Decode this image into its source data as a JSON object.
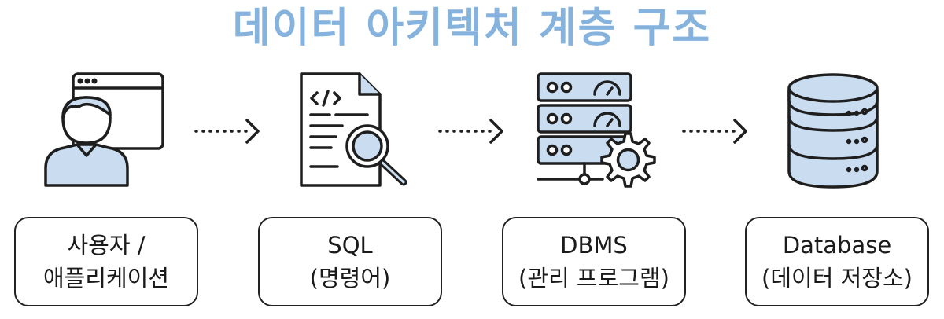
{
  "title": "데이터 아키텍처 계층 구조",
  "colors": {
    "title": "#86b3de",
    "icon_fill": "#c9dcf0",
    "stroke": "#1e1e1e"
  },
  "steps": [
    {
      "icon": "user-browser-window-icon",
      "line1": "사용자 /",
      "line2": "애플리케이션"
    },
    {
      "icon": "sql-document-magnifier-icon",
      "line1": "SQL",
      "line2": "(명령어)"
    },
    {
      "icon": "dbms-server-gear-icon",
      "line1": "DBMS",
      "line2": "(관리 프로그램)"
    },
    {
      "icon": "database-cylinder-icon",
      "line1": "Database",
      "line2": "(데이터 저장소)"
    }
  ],
  "arrows": [
    "dotted-arrow-icon",
    "dotted-arrow-icon",
    "dotted-arrow-icon"
  ]
}
